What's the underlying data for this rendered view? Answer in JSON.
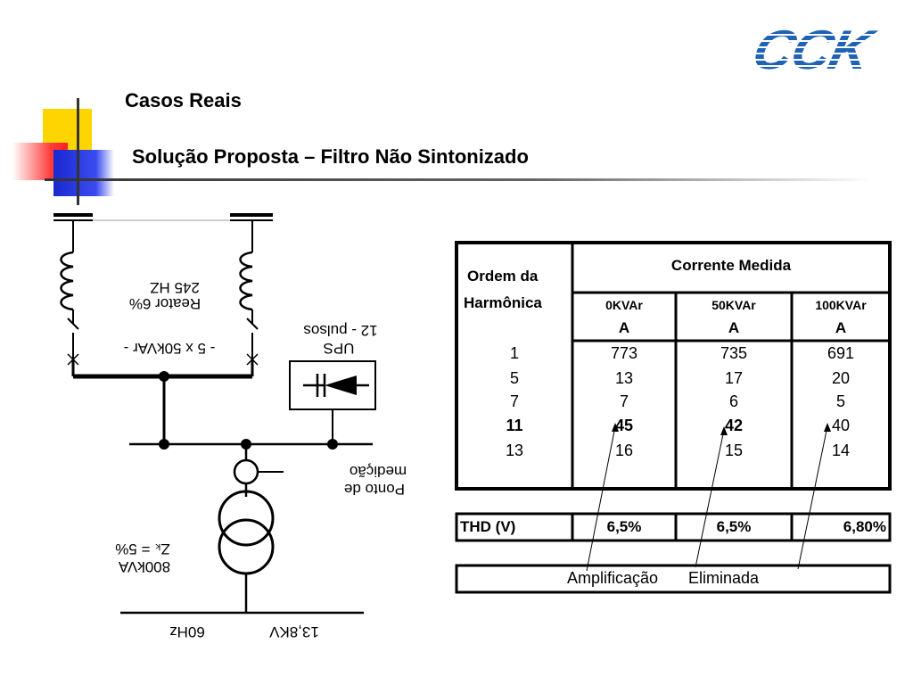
{
  "header": {
    "title": "Casos Reais",
    "subtitle": "Solução Proposta – Filtro Não Sintonizado",
    "logo": "CCK",
    "colors": {
      "logo": "#1f63b5",
      "yellow": "#ffd500",
      "red": "#ff1f1f",
      "blue": "#1a28d0"
    }
  },
  "diagram": {
    "reactor_label_1": "Reator 6%",
    "reactor_label_2": "245 HZ",
    "capacitor_label": "- 5 x 50kVAr -",
    "ups_label_1": "UPS",
    "ups_label_2": "12 - pulsos",
    "meas_label_1": "Ponto de",
    "meas_label_2": "medição",
    "transformer_label_1": "800kVA",
    "transformer_label_2": "Zₖ = 5%",
    "supply_label_1": "13,8KV",
    "supply_label_2": "60Hz"
  },
  "table": {
    "row_header_1": "Ordem da",
    "row_header_2": "Harmônica",
    "group_header": "Corrente Medida",
    "columns": [
      {
        "top": "0KVAr",
        "bottom": "A"
      },
      {
        "top": "50KVAr",
        "bottom": "A"
      },
      {
        "top": "100KVAr",
        "bottom": "A"
      }
    ],
    "rows": [
      {
        "order": "1",
        "values": [
          "773",
          "735",
          "691"
        ],
        "bold": false
      },
      {
        "order": "5",
        "values": [
          "13",
          "17",
          "20"
        ],
        "bold": false
      },
      {
        "order": "7",
        "values": [
          "7",
          "6",
          "5"
        ],
        "bold": false
      },
      {
        "order": "11",
        "values": [
          "45",
          "42",
          "40"
        ],
        "bold": true
      },
      {
        "order": "13",
        "values": [
          "16",
          "15",
          "14"
        ],
        "bold": false
      }
    ],
    "thd_label": "THD (V)",
    "thd_values": [
      "6,5%",
      "6,5%",
      "6,80%"
    ],
    "annotation_left": "Amplificação",
    "annotation_right": "Eliminada"
  }
}
